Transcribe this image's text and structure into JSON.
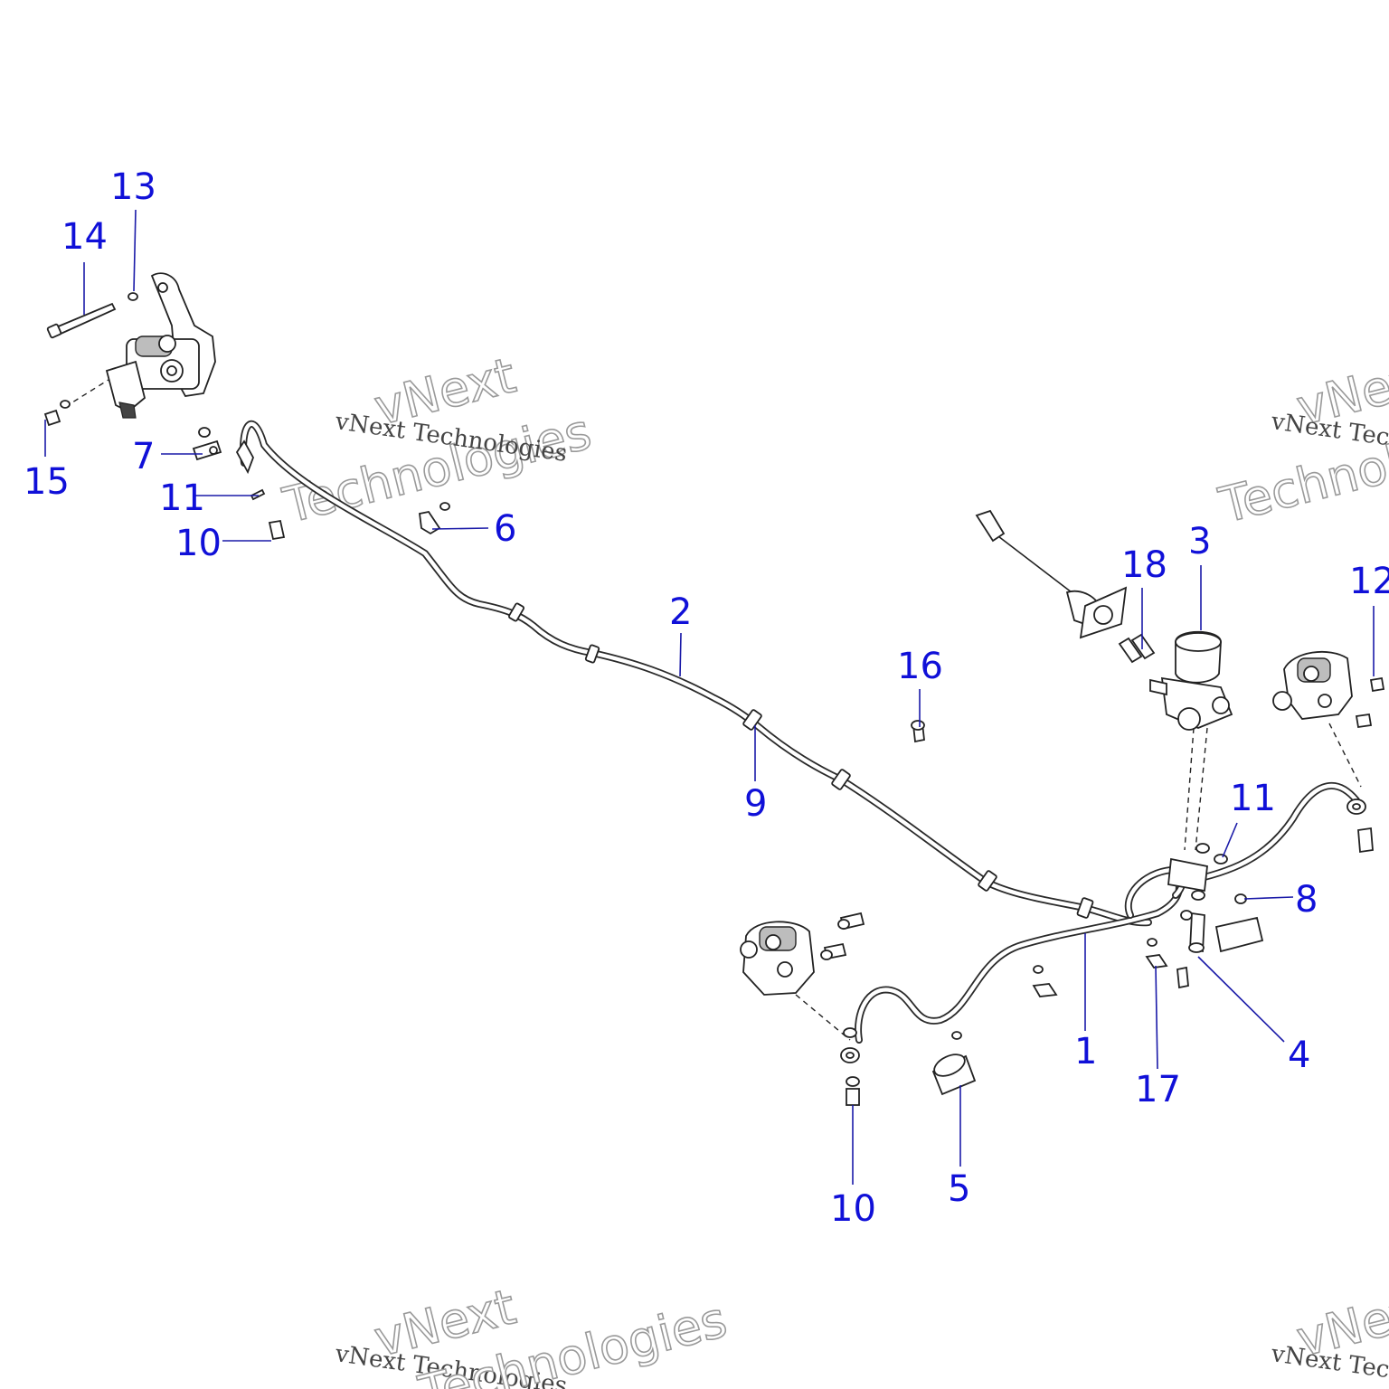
{
  "watermark": {
    "brand": "vNext",
    "company": "Technologies",
    "full": "vNext Technologies"
  },
  "callouts": [
    {
      "id": "c1",
      "label": "1"
    },
    {
      "id": "c2",
      "label": "2"
    },
    {
      "id": "c3",
      "label": "3"
    },
    {
      "id": "c4",
      "label": "4"
    },
    {
      "id": "c5",
      "label": "5"
    },
    {
      "id": "c6",
      "label": "6"
    },
    {
      "id": "c7",
      "label": "7"
    },
    {
      "id": "c8",
      "label": "8"
    },
    {
      "id": "c9",
      "label": "9"
    },
    {
      "id": "c10a",
      "label": "10"
    },
    {
      "id": "c10b",
      "label": "10"
    },
    {
      "id": "c11a",
      "label": "11"
    },
    {
      "id": "c11b",
      "label": "11"
    },
    {
      "id": "c12",
      "label": "12"
    },
    {
      "id": "c13",
      "label": "13"
    },
    {
      "id": "c14",
      "label": "14"
    },
    {
      "id": "c15",
      "label": "15"
    },
    {
      "id": "c16",
      "label": "16"
    },
    {
      "id": "c17",
      "label": "17"
    },
    {
      "id": "c18",
      "label": "18"
    }
  ],
  "colors": {
    "callout": "#1010d8",
    "leader": "#1a1aa8",
    "linework": "#222222",
    "background": "#ffffff"
  }
}
